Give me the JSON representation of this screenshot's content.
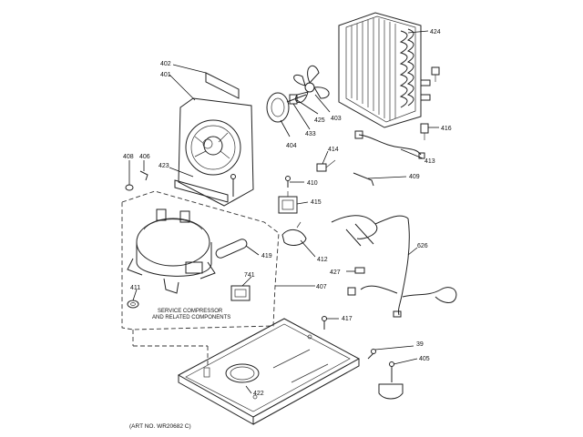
{
  "diagram": {
    "box_caption_line1": "SERVICE COMPRESSOR",
    "box_caption_line2": "AND RELATED COMPONENTS",
    "art_number": "(ART NO. WR20682 C)",
    "labels": {
      "p424": "424",
      "p402": "402",
      "p401": "401",
      "p425": "425",
      "p403": "403",
      "p433": "433",
      "p404": "404",
      "p416": "416",
      "p413": "413",
      "p408": "408",
      "p406": "406",
      "p414": "414",
      "p423": "423",
      "p409": "409",
      "p410": "410",
      "p415": "415",
      "p419": "419",
      "p412": "412",
      "p626": "626",
      "p427": "427",
      "p741": "741",
      "p407": "407",
      "p411": "411",
      "p417": "417",
      "p39": "39",
      "p405": "405",
      "p422": "422"
    }
  }
}
